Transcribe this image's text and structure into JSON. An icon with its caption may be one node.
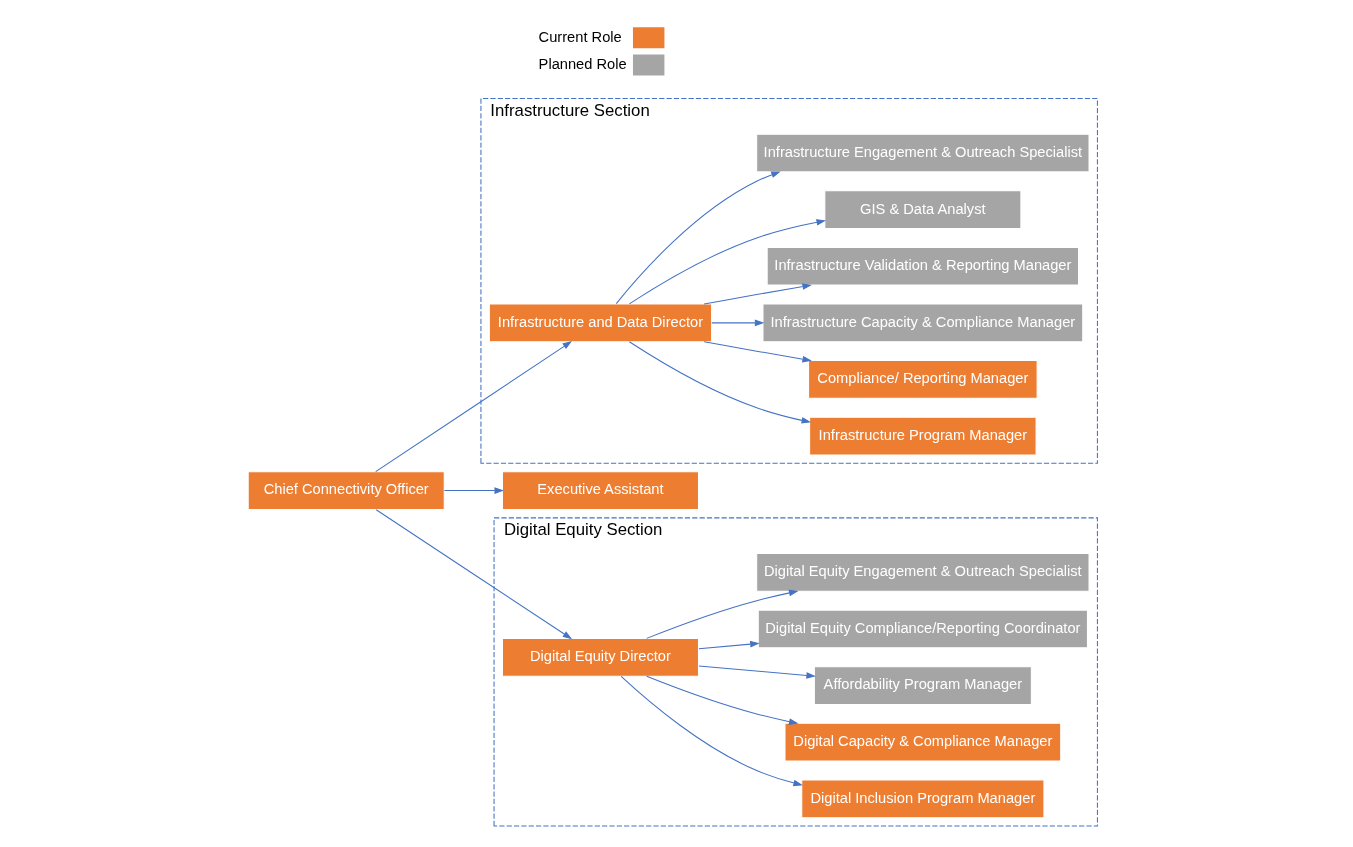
{
  "diagram": {
    "nodes": [
      {
        "text": [
          "Infrastructure Section"
        ]
      },
      {
        "text": [
          "Infrastructure and Data Director"
        ],
        "in": 0
      },
      {
        "text": [
          "Infrastructure Program Manager"
        ],
        "in": 0
      },
      {
        "text": [
          "Compliance/ Reporting Manager"
        ],
        "in": 0
      },
      {
        "text": [
          "Infrastructure Capacity & Compliance Manager"
        ],
        "in": 0
      },
      {
        "text": [
          "Infrastructure Validation & Reporting Manager"
        ],
        "in": 0
      },
      {
        "text": [
          "GIS & Data Analyst"
        ],
        "in": 0
      },
      {
        "text": [
          "Infrastructure Engagement & Outreach Specialist"
        ],
        "in": 0
      },
      {
        "text": [
          "Chief Connectivity Officer"
        ]
      },
      {
        "text": [
          "Executive Assistant"
        ]
      },
      {
        "text": [
          "Digital Equity Section"
        ]
      },
      {
        "text": [
          "Digital Equity Director"
        ],
        "in": 10
      },
      {
        "text": [
          "Digital Inclusion Program Manager"
        ],
        "in": 10
      },
      {
        "text": [
          "Digital Capacity & Compliance Manager"
        ],
        "in": 10
      },
      {
        "text": [
          "Affordability Program Manager"
        ],
        "in": 10
      },
      {
        "text": [
          "Digital Equity Compliance/Reporting Coordinator"
        ],
        "in": 10
      },
      {
        "text": [
          "Digital Equity Engagement & Outreach Specialist"
        ],
        "in": 10
      }
    ],
    "edges": [
      {
        "from": 8,
        "to": 1,
        "arrow": "to"
      },
      {
        "from": 8,
        "to": 11,
        "arrow": "to"
      },
      {
        "from": 8,
        "to": 9,
        "arrow": "to"
      },
      {
        "from": 1,
        "to": 2,
        "arrow": "to"
      },
      {
        "from": 1,
        "to": 3,
        "arrow": "to"
      },
      {
        "from": 1,
        "to": 4,
        "arrow": "to"
      },
      {
        "from": 1,
        "to": 5,
        "arrow": "to"
      },
      {
        "from": 1,
        "to": 6,
        "arrow": "to"
      },
      {
        "from": 1,
        "to": 7,
        "arrow": "to"
      },
      {
        "from": 11,
        "to": 12,
        "arrow": "to"
      },
      {
        "from": 11,
        "to": 13,
        "arrow": "to"
      },
      {
        "from": 11,
        "to": 14,
        "arrow": "to"
      },
      {
        "from": 11,
        "to": 15,
        "arrow": "to"
      },
      {
        "from": 11,
        "to": 16,
        "arrow": "to"
      }
    ],
    "legend": [
      {
        "text": "Current Role",
        "color": "#ed7d31"
      },
      {
        "text": "Planned Role",
        "color": "#a5a5a5"
      }
    ]
  }
}
